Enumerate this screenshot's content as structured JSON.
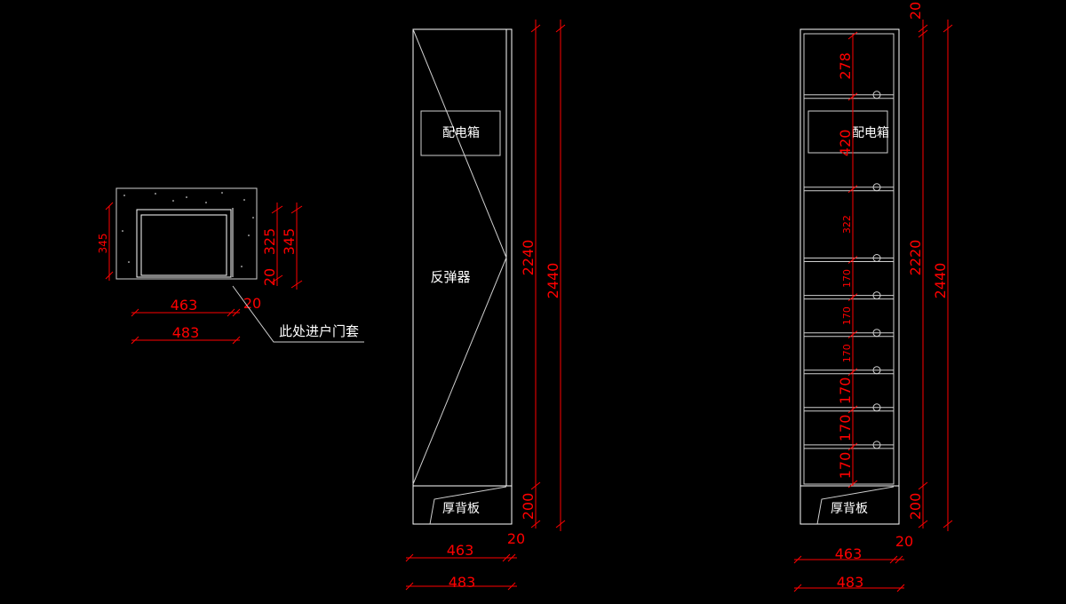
{
  "colors": {
    "background": "#000000",
    "outline": "#ffffff",
    "dimension": "#ff0000"
  },
  "plan": {
    "dim_width_inner": "463",
    "dim_width_outer": "483",
    "dim_side": "20",
    "dim_depth_left": "345",
    "dim_depth_inner": "325",
    "dim_depth_outer": "345",
    "dim_gap": "20",
    "note": "此处进户门套"
  },
  "elevation_a": {
    "label_box": "配电箱",
    "label_main": "反弹器",
    "label_base": "厚背板",
    "dim_inner_height": "2240",
    "dim_total_height": "2440",
    "dim_base": "200",
    "dim_width_inner": "463",
    "dim_width_outer": "483",
    "dim_side": "20"
  },
  "elevation_b": {
    "label_box": "配电箱",
    "label_base": "厚背板",
    "dim_top": "20",
    "shelf_dims": [
      "278",
      "420",
      "322",
      "170",
      "170",
      "170",
      "170",
      "170",
      "170"
    ],
    "dim_inner_height": "2220",
    "dim_total_height": "2440",
    "dim_base": "200",
    "dim_width_inner": "463",
    "dim_width_outer": "483",
    "dim_side": "20"
  }
}
